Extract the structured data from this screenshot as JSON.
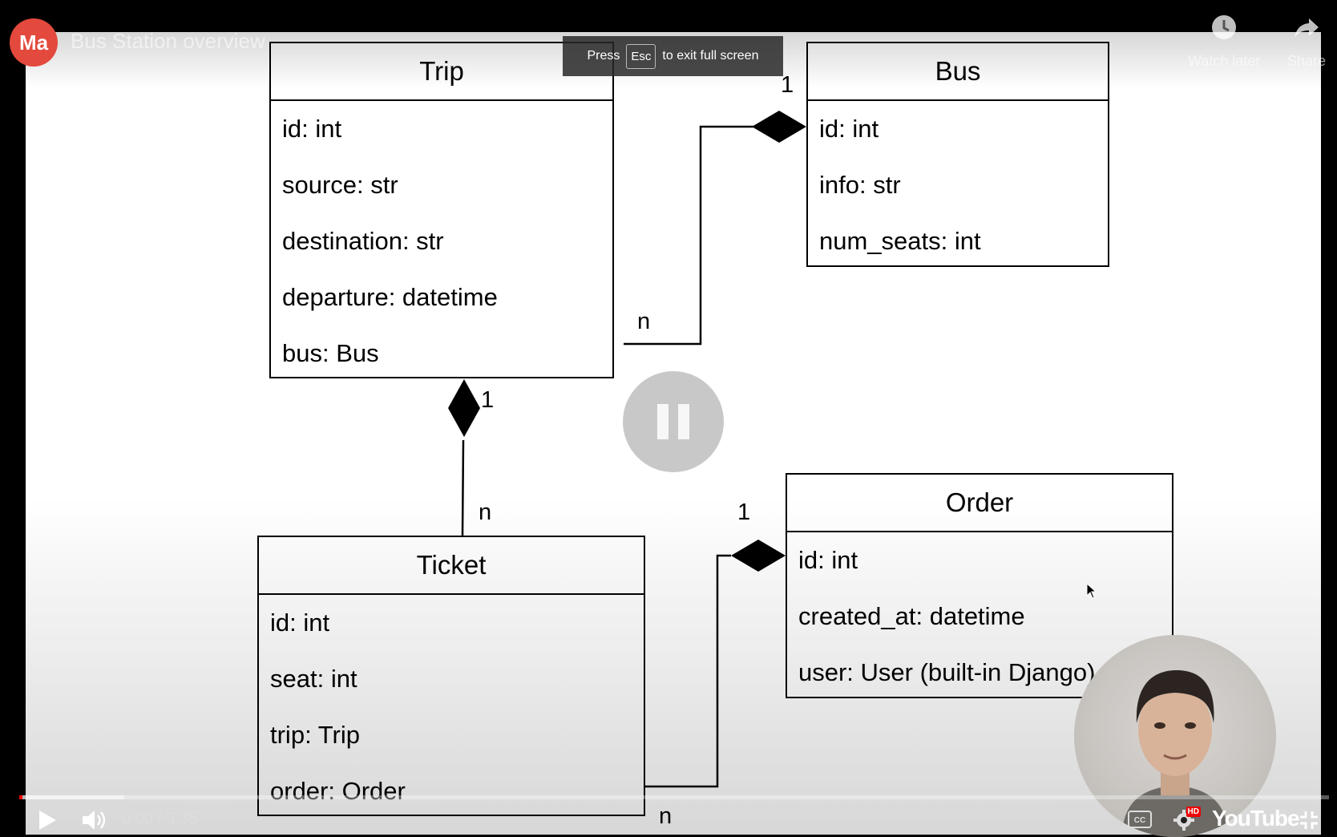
{
  "header": {
    "channel_avatar_text": "Ma",
    "title": "Bus Station overview",
    "watch_later_label": "Watch later",
    "share_label": "Share"
  },
  "fullscreen_toast": {
    "press": "Press",
    "key": "Esc",
    "message": "to exit full screen"
  },
  "diagram": {
    "trip": {
      "name": "Trip",
      "attributes": [
        "id: int",
        "source: str",
        "destination: str",
        "departure: datetime",
        "bus: Bus"
      ]
    },
    "bus": {
      "name": "Bus",
      "attributes": [
        "id: int",
        "info: str",
        "num_seats: int"
      ]
    },
    "ticket": {
      "name": "Ticket",
      "attributes": [
        "id: int",
        "seat: int",
        "trip: Trip",
        "order: Order"
      ]
    },
    "order": {
      "name": "Order",
      "attributes": [
        "id: int",
        "created_at: datetime",
        "user: User (built-in Django)"
      ]
    },
    "multiplicities": {
      "trip_bus_bus_end": "1",
      "trip_bus_trip_end": "n",
      "ticket_trip_trip_end": "1",
      "ticket_trip_ticket_end": "n",
      "ticket_order_order_end": "1",
      "ticket_order_ticket_end": "n"
    }
  },
  "player": {
    "time_current": "0:00",
    "time_separator": "/",
    "time_total": "3:35",
    "progress_played_fraction": 0.002,
    "progress_buffered_fraction": 0.08,
    "brand": "YouTube",
    "quality_badge": "HD",
    "icons": [
      "play-icon",
      "volume-icon",
      "captions-icon",
      "settings-icon",
      "exit-fullscreen-icon",
      "clock-icon",
      "share-icon"
    ],
    "accent_color": "#ff0000"
  }
}
